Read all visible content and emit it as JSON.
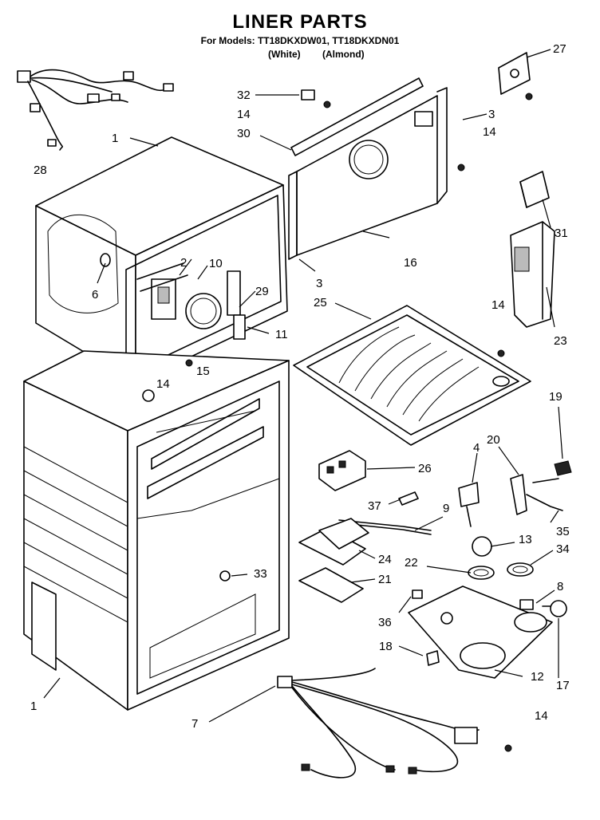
{
  "header": {
    "title": "LINER PARTS",
    "models": "For Models: TT18DKXDW01, TT18DKXDN01",
    "color_white": "(White)",
    "color_almond": "(Almond)"
  },
  "callouts": [
    "1",
    "2",
    "3",
    "4",
    "6",
    "7",
    "8",
    "9",
    "10",
    "11",
    "12",
    "13",
    "14",
    "15",
    "16",
    "17",
    "18",
    "19",
    "20",
    "21",
    "22",
    "23",
    "24",
    "25",
    "26",
    "27",
    "28",
    "29",
    "30",
    "31",
    "32",
    "33",
    "34",
    "35",
    "36",
    "37"
  ]
}
